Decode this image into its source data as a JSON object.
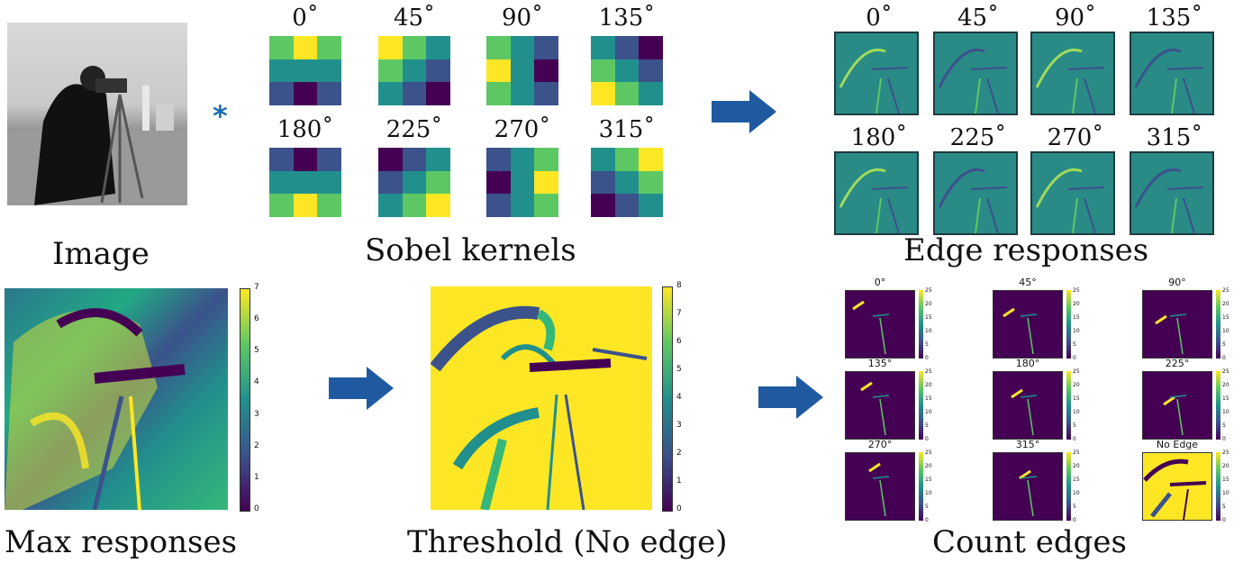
{
  "captions": {
    "image": "Image",
    "sobel": "Sobel kernels",
    "edge": "Edge responses",
    "max": "Max responses",
    "threshold": "Threshold (No edge)",
    "count": "Count edges"
  },
  "operator": "*",
  "kernel_angles": [
    "0˚",
    "45˚",
    "90˚",
    "135˚",
    "180˚",
    "225˚",
    "270˚",
    "315˚"
  ],
  "edge_angles": [
    "0˚",
    "45˚",
    "90˚",
    "135˚",
    "180˚",
    "225˚",
    "270˚",
    "315˚"
  ],
  "count_titles": [
    "0°",
    "45°",
    "90°",
    "135°",
    "180°",
    "225°",
    "270°",
    "315°",
    "No Edge"
  ],
  "max_colorbar_ticks": [
    "7",
    "6",
    "5",
    "4",
    "3",
    "2",
    "1",
    "0"
  ],
  "threshold_colorbar_ticks": [
    "8",
    "7",
    "6",
    "5",
    "4",
    "3",
    "2",
    "1",
    "0"
  ],
  "count_colorbar_ticks": [
    "25",
    "20",
    "15",
    "10",
    "5",
    "0"
  ],
  "colors": {
    "purple": "#440154",
    "blue": "#3b528b",
    "teal": "#21908d",
    "green": "#5dc863",
    "yellow": "#fde725",
    "arrow": "#1f5aa0",
    "star": "#1f6fb5"
  },
  "kernels": [
    [
      "green",
      "yellow",
      "green",
      "teal",
      "teal",
      "teal",
      "blue",
      "purple",
      "blue"
    ],
    [
      "yellow",
      "green",
      "teal",
      "green",
      "teal",
      "blue",
      "teal",
      "blue",
      "purple"
    ],
    [
      "green",
      "teal",
      "blue",
      "yellow",
      "teal",
      "purple",
      "green",
      "teal",
      "blue"
    ],
    [
      "teal",
      "blue",
      "purple",
      "green",
      "teal",
      "blue",
      "yellow",
      "green",
      "teal"
    ],
    [
      "blue",
      "purple",
      "blue",
      "teal",
      "teal",
      "teal",
      "green",
      "yellow",
      "green"
    ],
    [
      "purple",
      "blue",
      "teal",
      "blue",
      "teal",
      "green",
      "teal",
      "green",
      "yellow"
    ],
    [
      "blue",
      "teal",
      "green",
      "purple",
      "teal",
      "yellow",
      "blue",
      "teal",
      "green"
    ],
    [
      "teal",
      "green",
      "yellow",
      "blue",
      "teal",
      "green",
      "purple",
      "blue",
      "teal"
    ]
  ]
}
